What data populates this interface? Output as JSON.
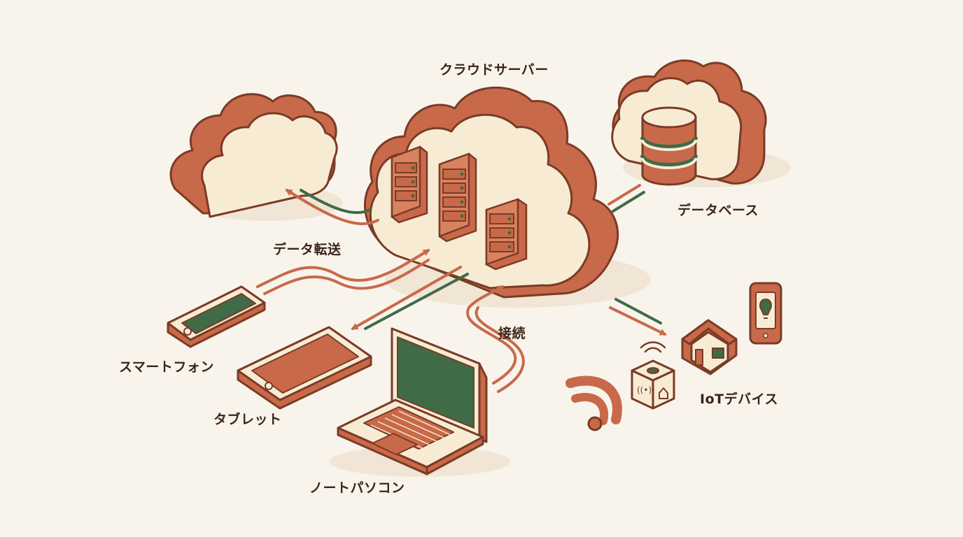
{
  "labels": {
    "cloud_server": "クラウドサーバー",
    "database": "データベース",
    "data_transfer": "データ転送",
    "connection": "接続",
    "smartphone": "スマートフォン",
    "tablet": "タブレット",
    "laptop": "ノートパソコン",
    "iot_devices": "IoTデバイス"
  },
  "colors": {
    "terracotta": "#c8694a",
    "dark_outline": "#7a3b26",
    "cream": "#f7ecd3",
    "green": "#3f6b47",
    "background": "#f8f4ec",
    "text": "#3b2418"
  }
}
